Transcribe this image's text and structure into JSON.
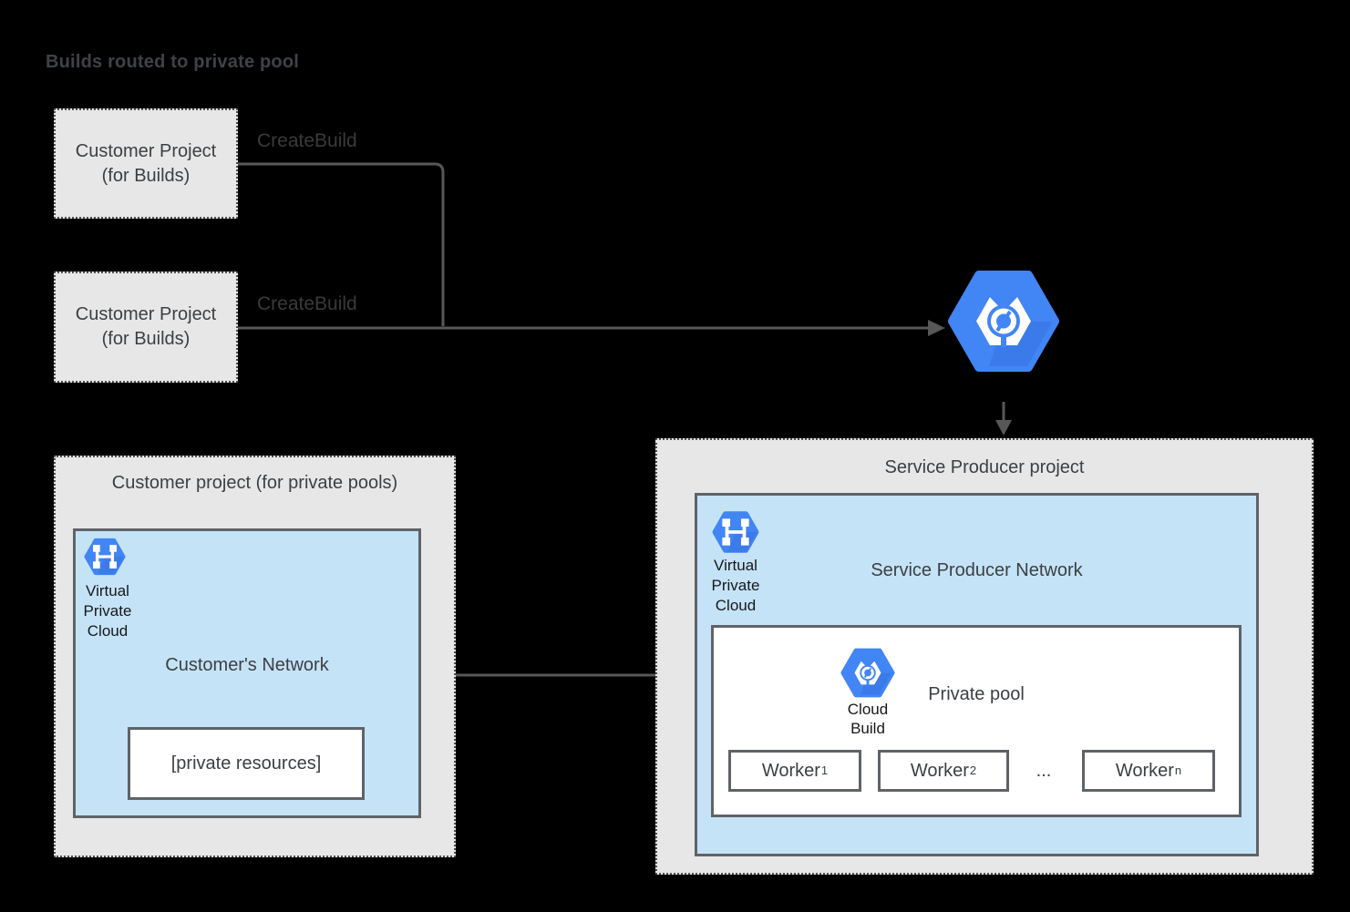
{
  "page": {
    "title": "Builds routed to private pool"
  },
  "colors": {
    "background": "#000000",
    "google_blue": "#4285f4",
    "icon_shadow_blue": "#3472e0",
    "light_blue_network": "#c5e3f7",
    "light_gray_project": "#e7e7e7",
    "solid_border_gray": "#5f6368",
    "arrow_gray": "#575757",
    "text_dark": "#3c4043"
  },
  "build_projects": [
    {
      "line1": "Customer Project",
      "line2": "(for Builds)"
    },
    {
      "line1": "Customer Project",
      "line2": "(for Builds)"
    }
  ],
  "create_build": [
    "CreateBuild",
    "CreateBuild"
  ],
  "pool_project": {
    "title": "Customer project (for private pools)",
    "vpc": [
      "Virtual",
      "Private",
      "Cloud"
    ],
    "network_title": "Customer's Network",
    "private_resources": "[private resources]"
  },
  "sp_project": {
    "title": "Service Producer project",
    "vpc": [
      "Virtual",
      "Private",
      "Cloud"
    ],
    "network_title": "Service Producer Network",
    "private_pool": {
      "title": "Private pool",
      "cloud_build": [
        "Cloud",
        "Build"
      ],
      "workers": [
        {
          "base": "Worker",
          "sub": "1"
        },
        {
          "base": "Worker",
          "sub": "2"
        },
        {
          "base": "Worker",
          "sub": "n"
        }
      ],
      "ellipsis": "..."
    }
  }
}
